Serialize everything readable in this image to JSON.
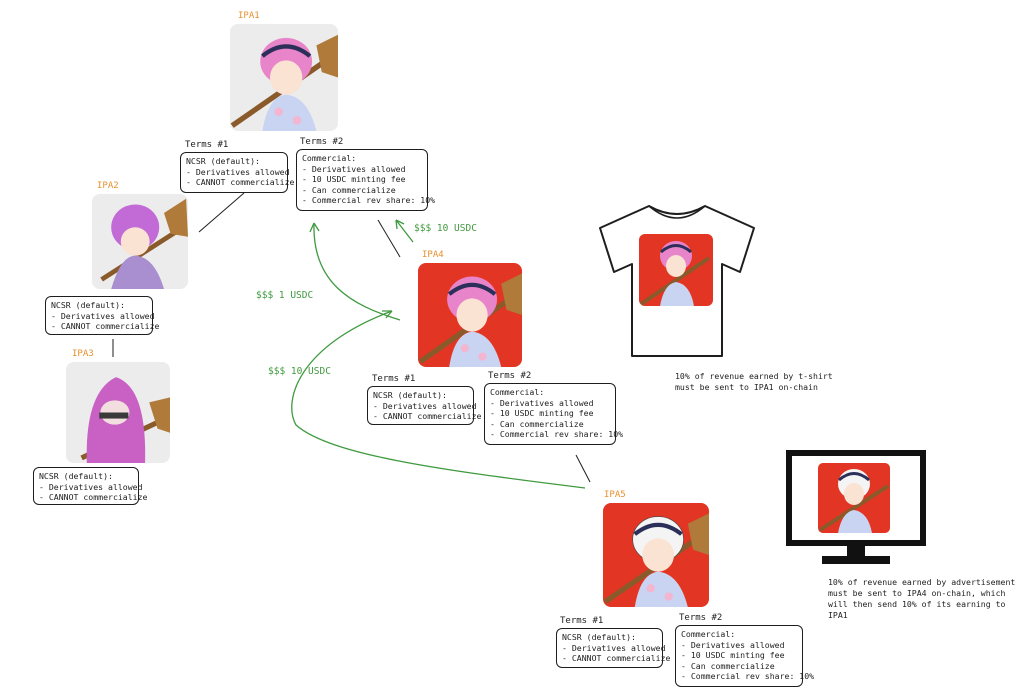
{
  "colors": {
    "ipa_label": "#e8902e",
    "money_flow": "#3f9a3f",
    "tile_red": "#e33524",
    "tile_gray": "#ececec",
    "hair_pink": "#e884c9",
    "hair_white": "#f4f4f4"
  },
  "nodes": {
    "ipa1": {
      "label": "IPA1",
      "terms1_label": "Terms #1",
      "terms2_label": "Terms #2",
      "terms1": [
        "NCSR (default):",
        "- Derivatives allowed",
        "- CANNOT commercialize"
      ],
      "terms2": [
        "Commercial:",
        "- Derivatives allowed",
        "- 10 USDC minting fee",
        "- Can commercialize",
        "- Commercial rev share: 10%"
      ]
    },
    "ipa2": {
      "label": "IPA2",
      "terms": [
        "NCSR (default):",
        "- Derivatives allowed",
        "- CANNOT commercialize"
      ]
    },
    "ipa3": {
      "label": "IPA3",
      "terms": [
        "NCSR (default):",
        "- Derivatives allowed",
        "- CANNOT commercialize"
      ]
    },
    "ipa4": {
      "label": "IPA4",
      "terms1_label": "Terms #1",
      "terms2_label": "Terms #2",
      "terms1": [
        "NCSR (default):",
        "- Derivatives allowed",
        "- CANNOT commercialize"
      ],
      "terms2": [
        "Commercial:",
        "- Derivatives allowed",
        "- 10 USDC minting fee",
        "- Can commercialize",
        "- Commercial rev share: 10%"
      ]
    },
    "ipa5": {
      "label": "IPA5",
      "terms1_label": "Terms #1",
      "terms2_label": "Terms #2",
      "terms1": [
        "NCSR (default):",
        "- Derivatives allowed",
        "- CANNOT commercialize"
      ],
      "terms2": [
        "Commercial:",
        "- Derivatives allowed",
        "- 10 USDC minting fee",
        "- Can commercialize",
        "- Commercial rev share: 10%"
      ]
    }
  },
  "flows": {
    "ipa4_to_ipa1": "$$$ 10 USDC",
    "ipa5_to_ipa1": "$$$ 1 USDC",
    "ipa5_to_ipa4": "$$$ 10 USDC"
  },
  "products": {
    "tshirt_caption": [
      "10% of revenue earned by t-shirt",
      "must be sent to IPA1 on-chain"
    ],
    "monitor_caption": [
      "10% of revenue earned by advertisement",
      "must be sent to IPA4 on-chain, which",
      "will then send 10% of its earning to IPA1"
    ]
  }
}
